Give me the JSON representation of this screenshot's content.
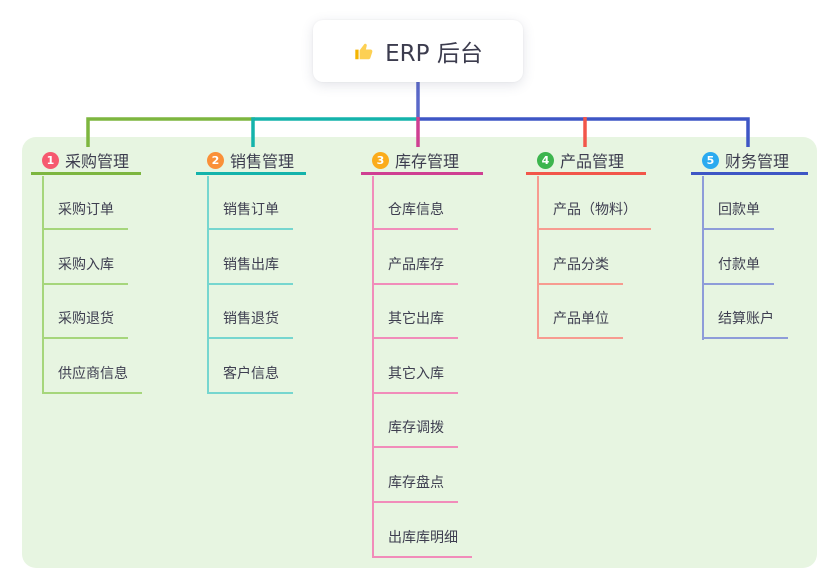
{
  "root": {
    "label": "ERP 后台",
    "icon": "thumbs-up-icon",
    "stem_color": "#5a68c9"
  },
  "panel_bg": "#e7f5e1",
  "text_color": "#3d3d4f",
  "branches": [
    {
      "badge": "1",
      "badge_color": "#f6596f",
      "label": "采购管理",
      "color": "#7db63f",
      "light_color": "#a6d67b",
      "children": [
        "采购订单",
        "采购入库",
        "采购退货",
        "供应商信息"
      ]
    },
    {
      "badge": "2",
      "badge_color": "#fa9038",
      "label": "销售管理",
      "color": "#14b3ab",
      "light_color": "#76d6cf",
      "children": [
        "销售订单",
        "销售出库",
        "销售退货",
        "客户信息"
      ]
    },
    {
      "badge": "3",
      "badge_color": "#fbac1b",
      "label": "库存管理",
      "color": "#cf3f92",
      "light_color": "#f18cba",
      "children": [
        "仓库信息",
        "产品库存",
        "其它出库",
        "其它入库",
        "库存调拨",
        "库存盘点",
        "出库库明细"
      ]
    },
    {
      "badge": "4",
      "badge_color": "#3db54e",
      "label": "产品管理",
      "color": "#f2564a",
      "light_color": "#f79b90",
      "children": [
        "产品（物料）",
        "产品分类",
        "产品单位"
      ]
    },
    {
      "badge": "5",
      "badge_color": "#2baaf0",
      "label": "财务管理",
      "color": "#3e56c5",
      "light_color": "#8e9cd9",
      "children": [
        "回款单",
        "付款单",
        "结算账户"
      ]
    }
  ]
}
